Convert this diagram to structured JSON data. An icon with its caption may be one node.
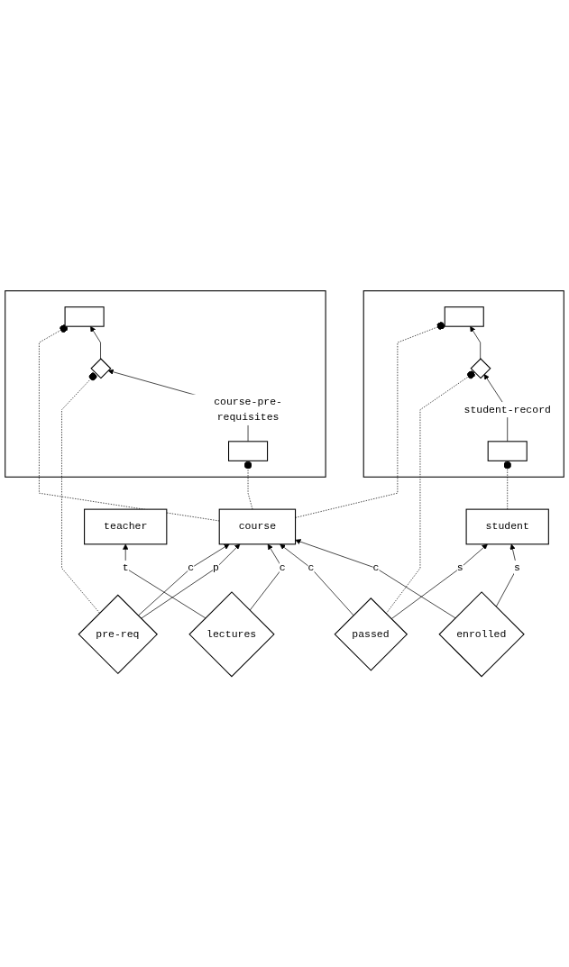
{
  "diagram": {
    "nodes": [
      {
        "text": [
          "student"
        ]
      },
      {
        "text": [],
        "shape": "box"
      },
      {
        "text": [],
        "shape": "box",
        "in": 1
      },
      {
        "text": [],
        "shape": "diamond",
        "in": 1
      },
      {
        "text": [],
        "shape": "box",
        "in": 1
      },
      {
        "text": [
          "enrolled"
        ]
      },
      {
        "text": [
          "passed"
        ]
      },
      {
        "text": [
          "teacher"
        ]
      },
      {
        "text": [
          "course"
        ]
      },
      {
        "text": [
          "lectures"
        ]
      },
      {
        "text": [],
        "shape": "box"
      },
      {
        "text": [],
        "shape": "box",
        "in": 10
      },
      {
        "text": [],
        "shape": "diamond",
        "in": 10
      },
      {
        "text": [],
        "shape": "box",
        "in": 10
      },
      {
        "text": [
          "pre-req"
        ]
      }
    ],
    "edges": [
      {
        "from": 5,
        "to": 0,
        "arrow": "to",
        "label": "s"
      },
      {
        "from": 6,
        "to": 0,
        "arrow": "to",
        "label": "s"
      },
      {
        "from": 5,
        "to": 8,
        "arrow": "to",
        "label": "c"
      },
      {
        "from": 6,
        "to": 8,
        "arrow": "to",
        "label": "c"
      },
      {
        "from": 9,
        "to": 8,
        "arrow": "to",
        "label": "c"
      },
      {
        "from": 9,
        "to": 7,
        "arrow": "to",
        "label": "t"
      },
      {
        "from": 14,
        "to": 8,
        "arrow": "to",
        "label": "p"
      },
      {
        "from": 14,
        "to": 8,
        "arrow": "to",
        "label": "c"
      },
      {
        "from": 2,
        "to": 3,
        "arrow": "to",
        "label": "student-record"
      },
      {
        "from": 3,
        "to": 4,
        "arrow": "to"
      },
      {
        "from": 11,
        "to": 12,
        "arrow": "to",
        "label": "course-pre-requisites"
      },
      {
        "from": 12,
        "to": 13,
        "arrow": "to"
      },
      {
        "from": 0,
        "to": 2,
        "arrow": "other",
        "style": "dashed"
      },
      {
        "from": 6,
        "to": 3,
        "arrow": "other",
        "style": "dashed"
      },
      {
        "from": 8,
        "to": 4,
        "arrow": "other",
        "style": "dashed"
      },
      {
        "from": 8,
        "to": 11,
        "arrow": "other",
        "style": "dashed"
      },
      {
        "from": 14,
        "to": 12,
        "arrow": "other",
        "style": "dashed"
      },
      {
        "from": 8,
        "to": 13,
        "arrow": "other",
        "style": "dashed"
      }
    ]
  }
}
